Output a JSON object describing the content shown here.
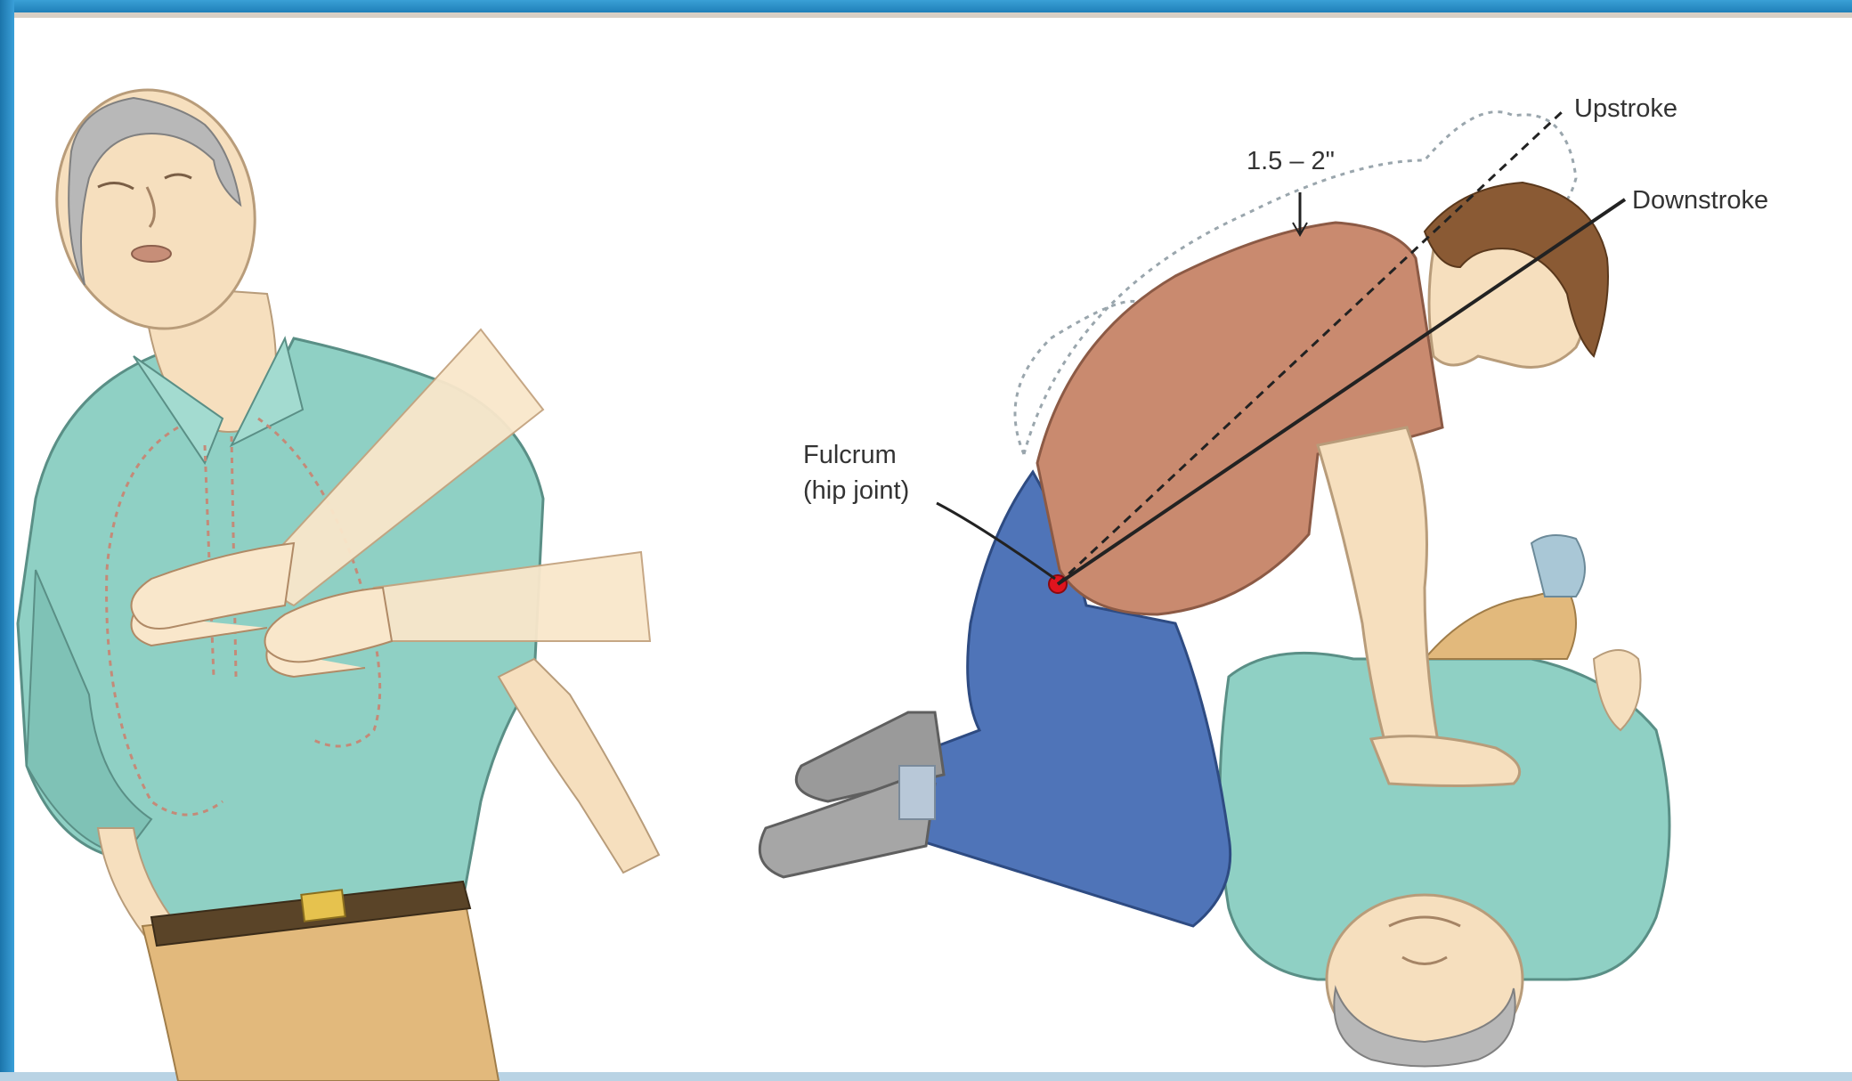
{
  "labels": {
    "upstroke": "Upstroke",
    "downstroke": "Downstroke",
    "depth": "1.5 – 2\"",
    "fulcrum_line1": "Fulcrum",
    "fulcrum_line2": "(hip joint)"
  },
  "colors": {
    "frame_blue": "#2a8cc8",
    "shirt_teal": "#8fd0c4",
    "rescuer_shirt": "#c98a6f",
    "jeans": "#4f74b8",
    "skin": "#f6dfbe",
    "hip_marker": "#e0141e"
  }
}
